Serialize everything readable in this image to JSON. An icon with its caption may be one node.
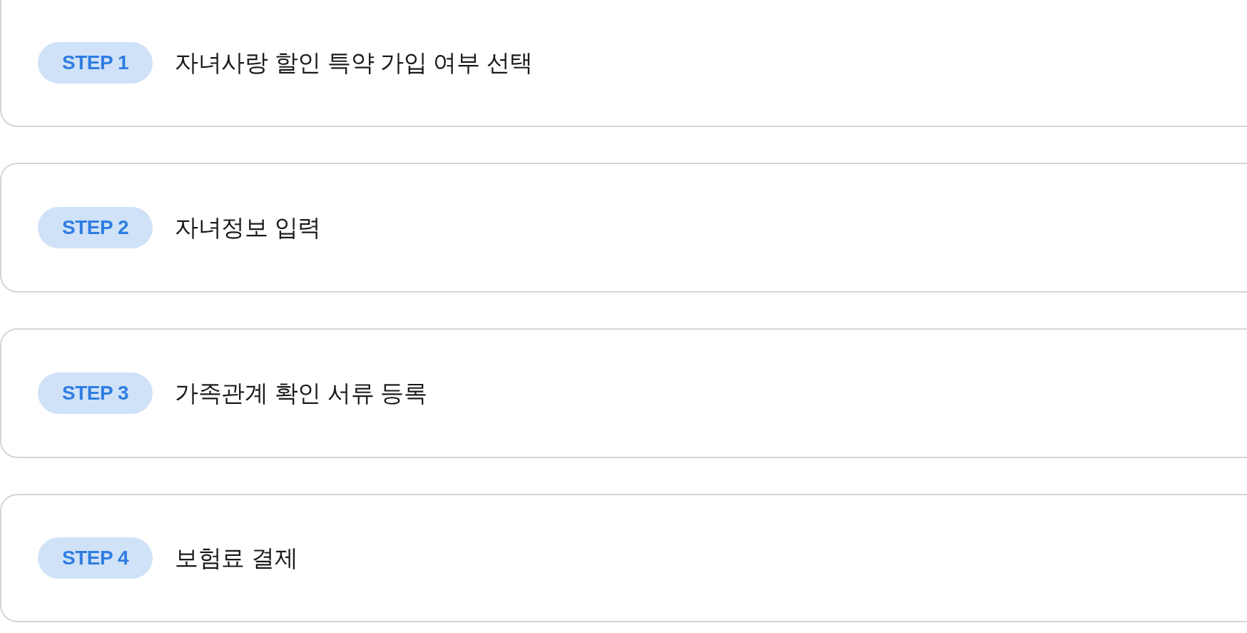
{
  "diagram": {
    "nodes": [
      {
        "text": [
          "자녀사랑 할인 특약 가입 여부 선택"
        ]
      },
      {
        "text": [
          "STEP 1"
        ],
        "in": 0
      },
      {
        "text": [
          "자녀정보 입력"
        ]
      },
      {
        "text": [
          "STEP 2"
        ],
        "in": 2
      },
      {
        "text": [
          "가족관계 확인 서류 등록"
        ]
      },
      {
        "text": [
          "STEP 3"
        ],
        "in": 4
      },
      {
        "text": [
          "보험료 결제"
        ]
      },
      {
        "text": [
          "STEP 4"
        ],
        "in": 6
      }
    ]
  }
}
